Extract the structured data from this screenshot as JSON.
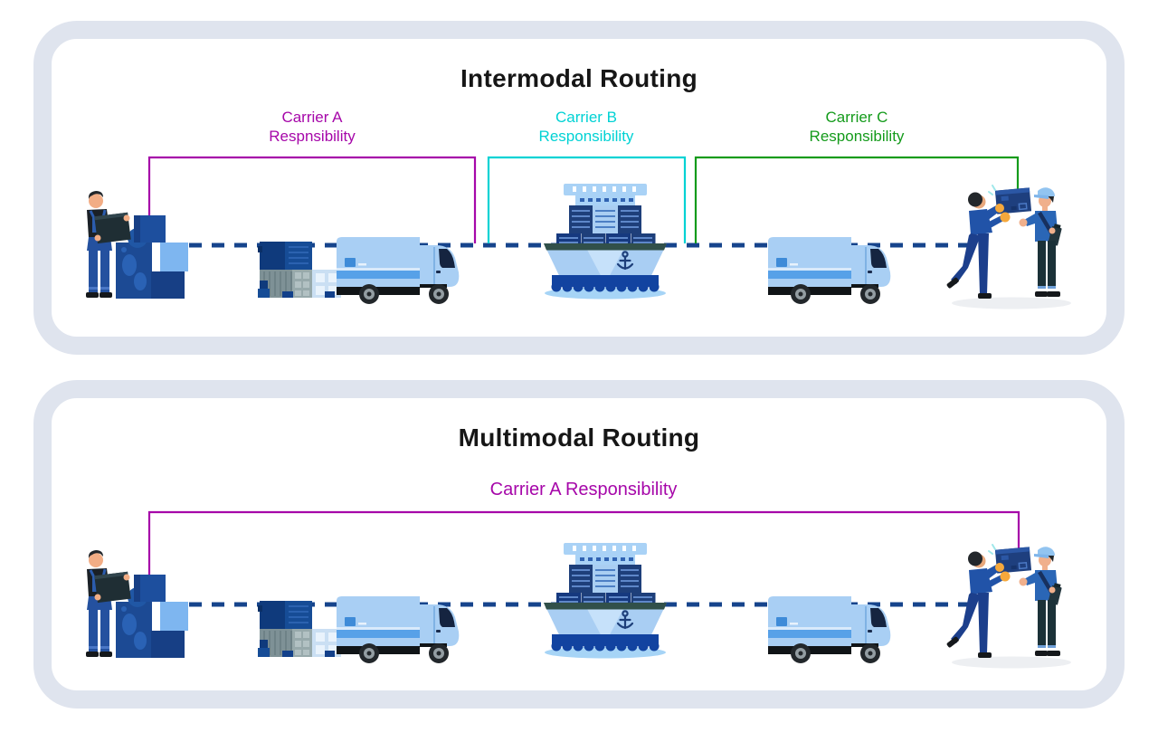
{
  "colors": {
    "page_bg": "#FFFFFF",
    "card_bg": "#FFFFFF",
    "card_border": "#DFE4EE",
    "title_text": "#161616",
    "carrier_a": "#A607A9",
    "carrier_b": "#00D2D4",
    "carrier_c": "#149B1B",
    "route_dash": "#16448C"
  },
  "intermodal": {
    "title": "Intermodal Routing",
    "carriers": [
      {
        "name": "Carrier A",
        "word": "Respnsibility"
      },
      {
        "name": "Carrier B",
        "word": "Responsibility"
      },
      {
        "name": "Carrier C",
        "word": "Responsibility"
      }
    ]
  },
  "multimodal": {
    "title": "Multimodal Routing",
    "label": "Carrier A Responsibility"
  },
  "illustrations": {
    "loader": "warehouse-worker-stacking-boxes",
    "cargo": "cargo-container-stack",
    "truck": "delivery-truck",
    "ship": "container-ship",
    "receivers": "delivery-handoff-workers"
  }
}
